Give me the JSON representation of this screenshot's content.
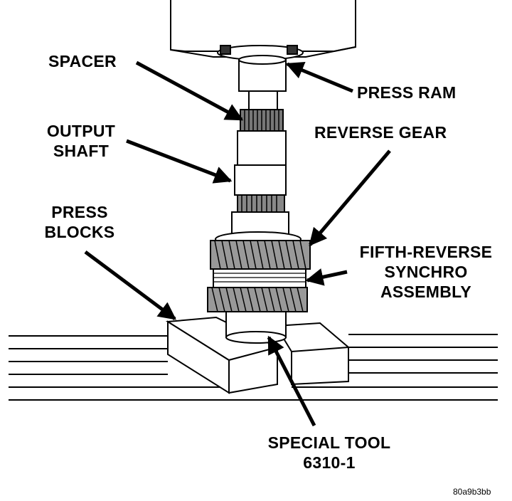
{
  "labels": {
    "spacer": "SPACER",
    "press_ram": "PRESS RAM",
    "output_shaft": [
      "OUTPUT",
      "SHAFT"
    ],
    "reverse_gear": "REVERSE GEAR",
    "press_blocks": [
      "PRESS",
      "BLOCKS"
    ],
    "fifth_reverse": [
      "FIFTH-REVERSE",
      "SYNCHRO",
      "ASSEMBLY"
    ],
    "special_tool": [
      "SPECIAL TOOL",
      "6310-1"
    ]
  },
  "figure_code": "80a9b3bb"
}
